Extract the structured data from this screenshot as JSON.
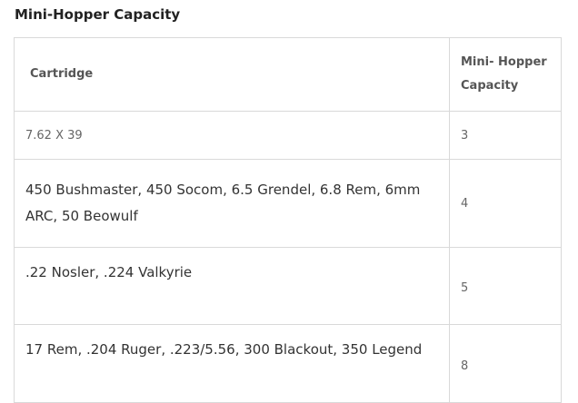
{
  "title": "Mini-Hopper Capacity",
  "table": {
    "headers": [
      "Cartridge",
      "Mini- Hopper Capacity"
    ],
    "rows": [
      {
        "cartridge": "7.62 X 39",
        "capacity": "3"
      },
      {
        "cartridge": "450 Bushmaster, 450 Socom, 6.5 Grendel, 6.8 Rem, 6mm ARC, 50 Beowulf",
        "capacity": "4"
      },
      {
        "cartridge": ".22 Nosler, .224 Valkyrie",
        "capacity": "5"
      },
      {
        "cartridge": "17 Rem, .204 Ruger, .223/5.56, 300 Blackout, 350 Legend",
        "capacity": "8"
      }
    ]
  },
  "colors": {
    "border": "#d9d9d9",
    "heading": "#222222",
    "text": "#333333",
    "muted": "#666666"
  }
}
